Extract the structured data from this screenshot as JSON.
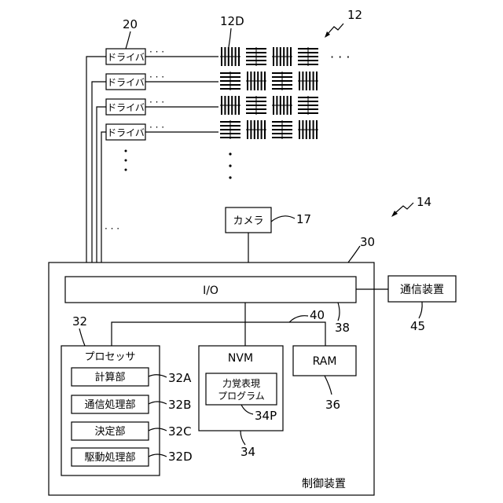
{
  "reference_numerals": {
    "r12": "12",
    "r12d": "12D",
    "r14": "14",
    "r17": "17",
    "r20": "20",
    "r30": "30",
    "r32": "32",
    "r32a": "32A",
    "r32b": "32B",
    "r32c": "32C",
    "r32d": "32D",
    "r34": "34",
    "r34p": "34P",
    "r36": "36",
    "r38": "38",
    "r40": "40",
    "r45": "45"
  },
  "labels": {
    "driver": "ドライバ",
    "camera": "カメラ",
    "io": "I/O",
    "comm_device": "通信装置",
    "processor": "プロセッサ",
    "calc_unit": "計算部",
    "comm_processing_unit": "通信処理部",
    "decision_unit": "決定部",
    "drive_processing_unit": "駆動処理部",
    "nvm": "NVM",
    "program_line1": "力覚表現",
    "program_line2": "プログラム",
    "ram": "RAM",
    "controller": "制御装置"
  },
  "ellipsis": {
    "h": "…",
    "v": "⋮",
    "dots": "· · ·"
  }
}
